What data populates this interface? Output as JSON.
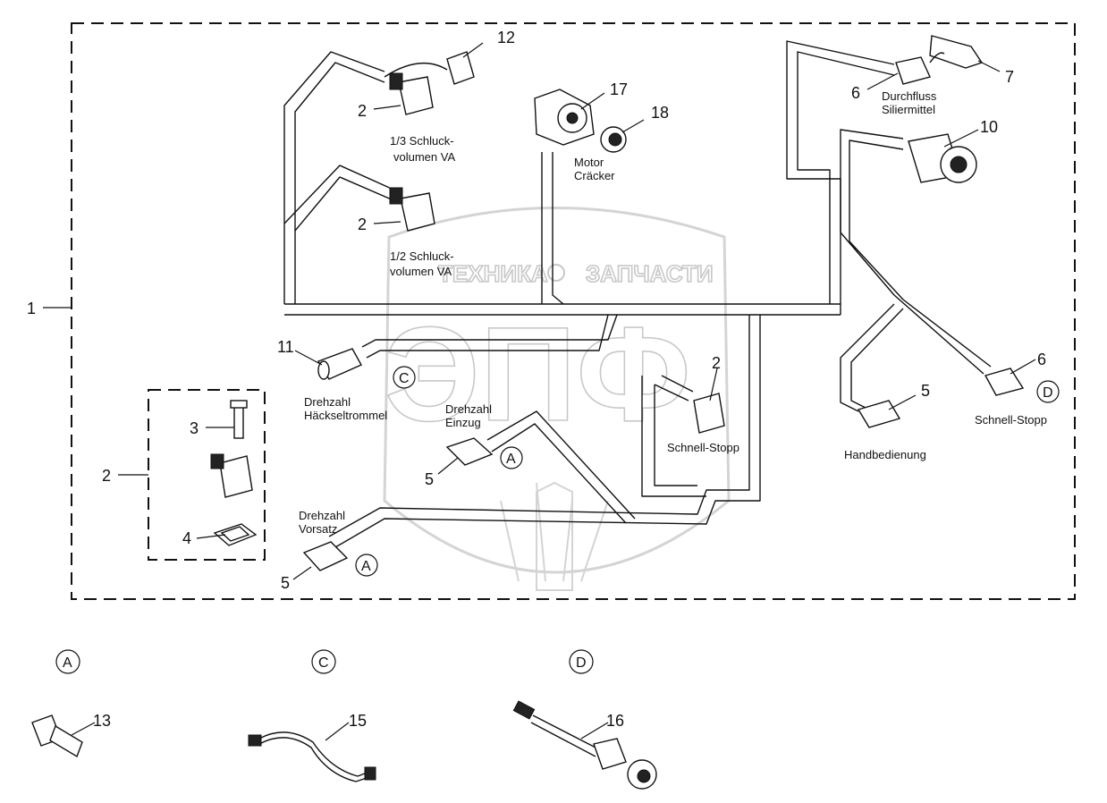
{
  "watermark": {
    "top_text": "ТЕХНИКА",
    "top_text_right": "ЗАПЧАСТИ",
    "big_text": "ЭПФ"
  },
  "labels": {
    "schluck_13_line1": "1/3 Schluck-",
    "schluck_13_line2": "volumen VA",
    "schluck_12_line1": "1/2 Schluck-",
    "schluck_12_line2": "volumen VA",
    "motor_line1": "Motor",
    "motor_line2": "Cräcker",
    "durchfluss_line1": "Durchfluss",
    "durchfluss_line2": "Siliermittel",
    "drehzahl_haeck_line1": "Drehzahl",
    "drehzahl_haeck_line2": "Häckseltrommel",
    "drehzahl_einzug_line1": "Drehzahl",
    "drehzahl_einzug_line2": "Einzug",
    "drehzahl_vorsatz_line1": "Drehzahl",
    "drehzahl_vorsatz_line2": "Vorsatz",
    "schnell_stopp_mid": "Schnell-Stopp",
    "schnell_stopp_right": "Schnell-Stopp",
    "handbedienung": "Handbedienung"
  },
  "callouts": {
    "n1": "1",
    "n2_a": "2",
    "n2_b": "2",
    "n2_c": "2",
    "n2_d": "2",
    "n3": "3",
    "n4": "4",
    "n5_a": "5",
    "n5_b": "5",
    "n5_c": "5",
    "n6_a": "6",
    "n6_b": "6",
    "n7": "7",
    "n10": "10",
    "n11": "11",
    "n12": "12",
    "n13": "13",
    "n15": "15",
    "n16": "16",
    "n17": "17",
    "n18": "18"
  },
  "circle_refs": {
    "c_mid": "C",
    "a_einzug": "A",
    "a_vorsatz": "A",
    "d_right": "D",
    "a_detail": "A",
    "c_detail": "C",
    "d_detail": "D"
  }
}
